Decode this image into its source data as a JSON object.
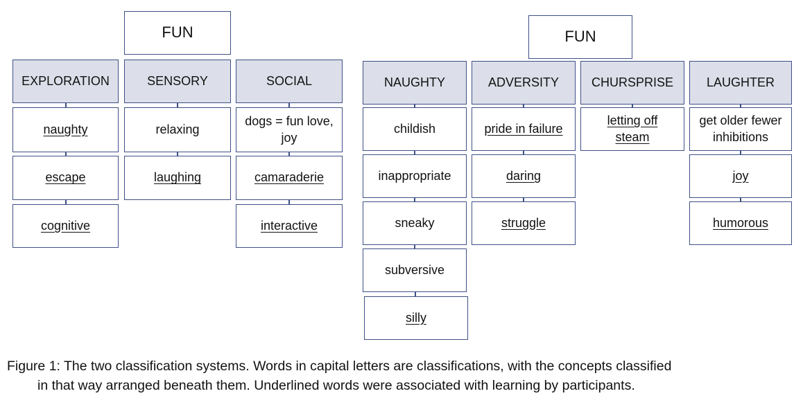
{
  "left_system": {
    "root": "FUN",
    "categories": [
      {
        "label": "EXPLORATION",
        "items": [
          {
            "text": "naughty",
            "underlined": true
          },
          {
            "text": "escape",
            "underlined": true
          },
          {
            "text": "cognitive",
            "underlined": true
          }
        ]
      },
      {
        "label": "SENSORY",
        "items": [
          {
            "text": "relaxing",
            "underlined": false
          },
          {
            "text": "laughing",
            "underlined": true
          }
        ]
      },
      {
        "label": "SOCIAL",
        "items": [
          {
            "text": "dogs = fun love, joy",
            "underlined": false
          },
          {
            "text": "camaraderie",
            "underlined": true
          },
          {
            "text": "interactive",
            "underlined": true
          }
        ]
      }
    ]
  },
  "right_system": {
    "root": "FUN",
    "categories": [
      {
        "label": "NAUGHTY",
        "items": [
          {
            "text": "childish",
            "underlined": false
          },
          {
            "text": "inappropriate",
            "underlined": false
          },
          {
            "text": "sneaky",
            "underlined": false
          },
          {
            "text": "subversive",
            "underlined": false
          },
          {
            "text": "silly",
            "underlined": true
          }
        ]
      },
      {
        "label": "ADVERSITY",
        "items": [
          {
            "text": "pride in failure",
            "underlined": true
          },
          {
            "text": "daring",
            "underlined": true
          },
          {
            "text": "struggle",
            "underlined": true
          }
        ]
      },
      {
        "label": "CHURSPRISE",
        "items": [
          {
            "text": "letting off steam",
            "underlined": true
          }
        ]
      },
      {
        "label": "LAUGHTER",
        "items": [
          {
            "text": "get older fewer inhibitions",
            "underlined": false
          },
          {
            "text": "joy",
            "underlined": true
          },
          {
            "text": "humorous",
            "underlined": true
          }
        ]
      }
    ]
  },
  "caption": {
    "line1": "Figure 1: The two classification systems. Words in capital letters are classifications, with the concepts classified",
    "line2": "in that way arranged beneath them. Underlined words were associated with learning by participants."
  },
  "colors": {
    "border": "#3e4f86",
    "category_fill": "#dcdfe9"
  }
}
